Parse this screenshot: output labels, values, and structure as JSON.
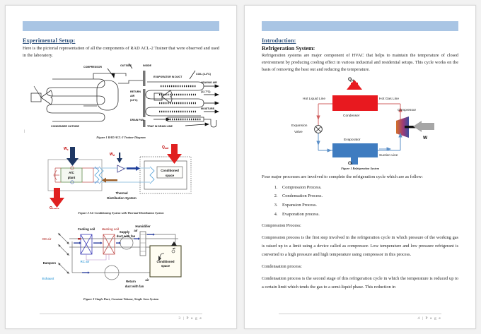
{
  "document": {
    "type": "lab-report-two-page-spread",
    "header_band_color": "#a9c5e4",
    "heading_color": "#2a4e79"
  },
  "left_page": {
    "footer": "3 | P a g e",
    "section_heading": "Experimental Setup:",
    "intro_paragraph": "Here is the pictorial representation of all the components of RAD ACL-2 Trainer that were observed and used in the laboratory.",
    "figure1": {
      "caption": "Figure 1 RAD ACL-2 Trainer Diagram",
      "labels": {
        "compressor": "COMPRESSOR",
        "outside": "OUTSIDE",
        "inside": "INSIDE",
        "evaporator_in_duct": "EVAPORATOR IN DUCT",
        "coil": "COIL (4.4°C)",
        "leaving_air": "LEAVING AIR",
        "leaving_air_temp": "(12.7°C)",
        "return_air": "RETURN",
        "return_air_2": "AIR",
        "return_air_temp": "(24°C)",
        "moisture": "MOISTURE",
        "drain_pan": "DRAIN PAN",
        "trap_in_drain_line": "TRAP IN DRAIN LINE",
        "condenser_outside": "CONDENSER OUTSIDE"
      }
    },
    "figure2": {
      "caption": "Figure 2 Air Conditioning System with Thermal Distribution System",
      "labels": {
        "w_c": "W",
        "w_c_sub": "c",
        "w_d": "W",
        "w_d_sub": "d",
        "q_out": "Q",
        "q_out_sub": "out",
        "q_space": "Q",
        "q_space_sub": "space",
        "ac_plant": "A/C",
        "ac_plant2": "plant",
        "conditioned": "Conditioned",
        "conditioned2": "space",
        "thermal": "Thermal",
        "thermal2": "Distribution System"
      }
    },
    "figure3": {
      "caption": "Figure 3 Single Duct, Constant Volume, Single Area System",
      "labels": {
        "cooling_coil": "Cooling coil",
        "heating_coil": "Heating coil",
        "humidifier": "Humidifier",
        "supply_duct": "Supply",
        "supply_duct2": "duct with fan",
        "supply_air": "air",
        "od_air": "OD air",
        "rc_air": "RC air",
        "dampers": "Dampers",
        "exhaust": "Exhaust",
        "conditioned": "Conditioned",
        "conditioned2": "space",
        "return_duct": "Return",
        "return_duct2": "duct with fan",
        "return_air": "air",
        "at": "at"
      }
    }
  },
  "right_page": {
    "footer": "4 | P a g e",
    "section_heading": "Introduction:",
    "sub_heading": "Refrigeration System:",
    "intro_paragraph": "Refrigeration systems are major component of HVAC that helps to maintain the temperature of closed environment by producing cooling effect in various industrial and residential setups. This cycle works on the basis of removing the heat out and reducing the temperature.",
    "figure1": {
      "caption": "Figure 1 Refrigeration System",
      "labels": {
        "q_h": "Q",
        "q_h_sub": "H",
        "q_l": "Q",
        "q_l_sub": "L",
        "w": "W",
        "hot_liquid_line": "Hot Liquid Line",
        "hot_gas_line": "Hot Gas Line",
        "condenser": "Condenser",
        "compressor": "Compressor",
        "expansion": "Expansion",
        "expansion2": "Valve",
        "evaporator": "Evaporator",
        "suction_line": "Suction Line"
      }
    },
    "processes_lead": "Four major processes are involved to complete the refrigeration cycle which are as follow:",
    "processes": [
      "Compression Process.",
      "Condensation Process.",
      "Expansion Process.",
      "Evaporation process."
    ],
    "compression_heading": "Compression Process:",
    "compression_body": "Compression process is the first step involved in the refrigeration cycle in which pressure of the working gas is raised up to a limit using a device called as compressor. Low temperature and low pressure refrigerant is converted to a high pressure and high temperature using compressor in this process.",
    "condensation_heading": "Condensation process:",
    "condensation_body": "Condensation process is the second stage of this refrigeration cycle in which the temperature is reduced up to a certain limit which tends the gas to a semi-liquid phase. This reduction in"
  }
}
